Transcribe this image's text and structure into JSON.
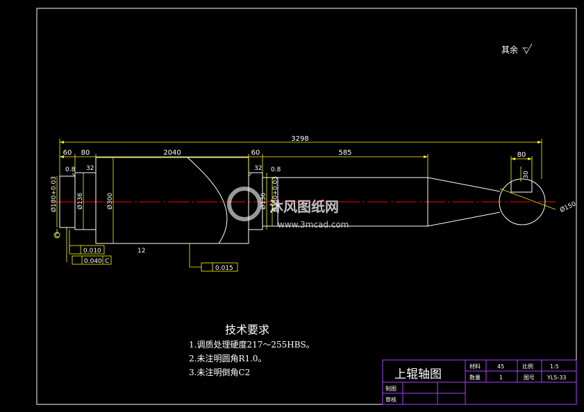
{
  "colors": {
    "background": "#000000",
    "frame": "#ffffff",
    "dimension": "#ffff00",
    "part": "#ffffff",
    "centerline": "#ff0000",
    "table_border": "#b040ff",
    "watermark": "#ffffff"
  },
  "roughness_note": "其余",
  "dimensions": {
    "overall": "3298",
    "d60_left": "60",
    "d80_left": "80",
    "d2040": "2040",
    "d60_right": "60",
    "d585": "585",
    "d80_right": "80",
    "d30": "30",
    "dia_left": "Ø180+0.03",
    "dia_136_left": "Ø136",
    "dia_300": "Ø300",
    "dia_136_right": "Ø136",
    "dia_right_tol": "Ø180+0.03",
    "dia_150": "Ø150",
    "chamfer_1": "32",
    "chamfer_2": "32",
    "rough_1": "0.8",
    "rough_2": "0.8",
    "rough_3": "12"
  },
  "tolerances": {
    "t1": "0.010",
    "t2": "0.040",
    "t2_ref": "C",
    "t3": "0.015",
    "datum": "C"
  },
  "watermark": {
    "cn": "沐风图纸网",
    "url": "www.3mcad.com"
  },
  "tech_requirements": {
    "title": "技术要求",
    "items": [
      "1.调质处理硬度217～255HBS。",
      "2.未注明圆角R1.0。",
      "3.未注明倒角C2"
    ]
  },
  "title_block": {
    "name": "上辊轴图",
    "material_label": "材料",
    "material_value": "45",
    "scale_label": "比例",
    "scale_value": "1:5",
    "qty_label": "数量",
    "qty_value": "1",
    "drawing_no_label": "图号",
    "drawing_no_value": "YL5-33",
    "drawn_label": "制图",
    "checked_label": "审核"
  }
}
